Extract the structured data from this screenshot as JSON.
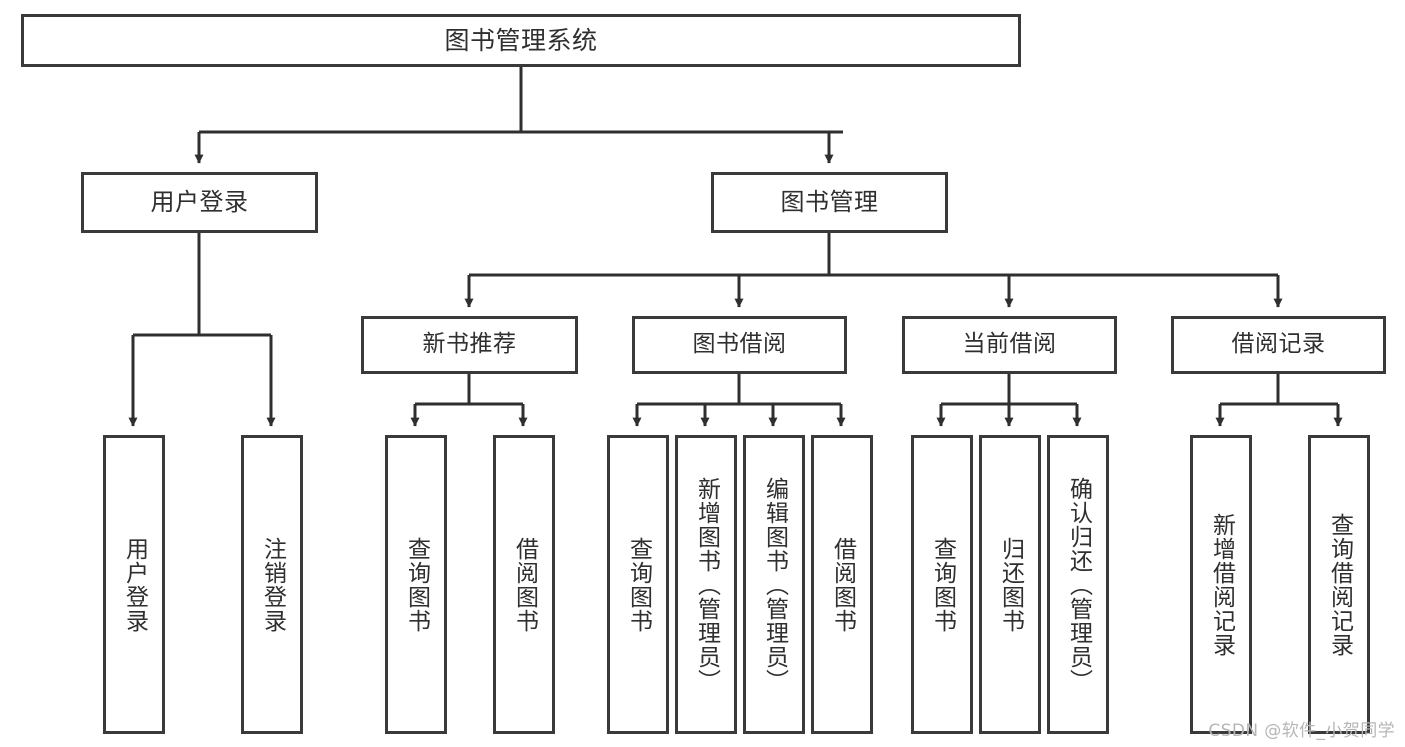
{
  "diagram": {
    "type": "tree",
    "title": "图书管理系统",
    "watermark": "CSDN @软件_小贺同学",
    "colors": {
      "box_border": "#3a3a3a",
      "box_fill": "#ffffff",
      "connector": "#2f2f2f",
      "text": "#2f2f2f",
      "watermark": "#b6b6b6"
    },
    "nodes": {
      "root": {
        "label": "图书管理系统"
      },
      "level1": [
        {
          "label": "用户登录"
        },
        {
          "label": "图书管理"
        }
      ],
      "level2": [
        {
          "label": "新书推荐"
        },
        {
          "label": "图书借阅"
        },
        {
          "label": "当前借阅"
        },
        {
          "label": "借阅记录"
        }
      ],
      "leaves": {
        "user_login": [
          {
            "label": "用户登录"
          },
          {
            "label": "注销登录"
          }
        ],
        "new_book_recommend": [
          {
            "label": "查询图书"
          },
          {
            "label": "借阅图书"
          }
        ],
        "book_borrow": [
          {
            "label": "查询图书"
          },
          {
            "label": "新增图书（管理员）"
          },
          {
            "label": "编辑图书（管理员）"
          },
          {
            "label": "借阅图书"
          }
        ],
        "current_borrow": [
          {
            "label": "查询图书"
          },
          {
            "label": "归还图书"
          },
          {
            "label": "确认归还（管理员）"
          }
        ],
        "borrow_record": [
          {
            "label": "新增借阅记录"
          },
          {
            "label": "查询借阅记录"
          }
        ]
      }
    }
  }
}
